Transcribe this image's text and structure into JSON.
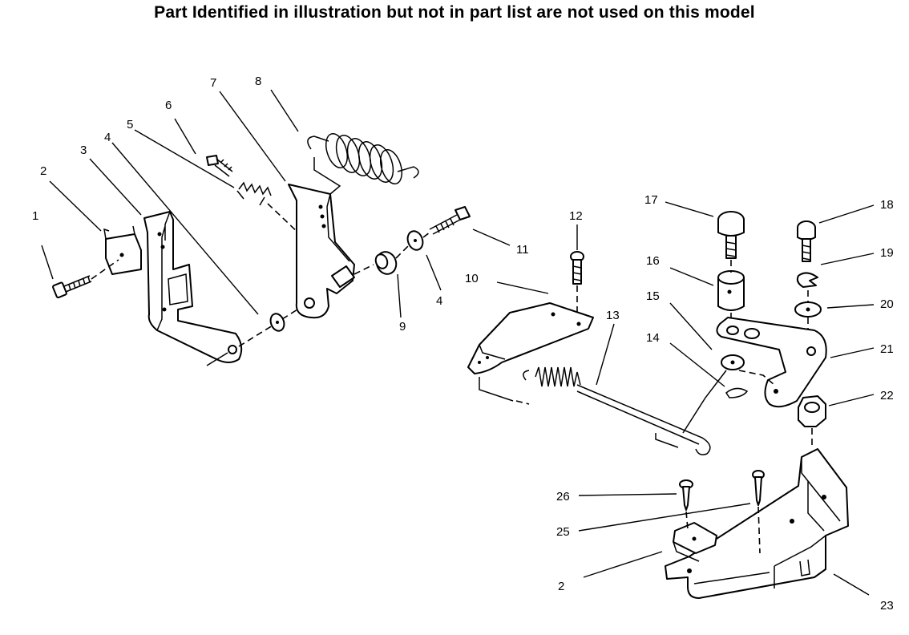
{
  "header": {
    "note": "Part Identified in illustration but not in part list are not used on this model"
  },
  "callouts": [
    {
      "id": "c1",
      "text": "1"
    },
    {
      "id": "c2a",
      "text": "2"
    },
    {
      "id": "c3",
      "text": "3"
    },
    {
      "id": "c4a",
      "text": "4"
    },
    {
      "id": "c5",
      "text": "5"
    },
    {
      "id": "c6",
      "text": "6"
    },
    {
      "id": "c7",
      "text": "7"
    },
    {
      "id": "c8",
      "text": "8"
    },
    {
      "id": "c9",
      "text": "9"
    },
    {
      "id": "c4b",
      "text": "4"
    },
    {
      "id": "c11",
      "text": "11"
    },
    {
      "id": "c12",
      "text": "12"
    },
    {
      "id": "c10",
      "text": "10"
    },
    {
      "id": "c13",
      "text": "13"
    },
    {
      "id": "c17",
      "text": "17"
    },
    {
      "id": "c18",
      "text": "18"
    },
    {
      "id": "c16",
      "text": "16"
    },
    {
      "id": "c19",
      "text": "19"
    },
    {
      "id": "c15",
      "text": "15"
    },
    {
      "id": "c20",
      "text": "20"
    },
    {
      "id": "c14",
      "text": "14"
    },
    {
      "id": "c21",
      "text": "21"
    },
    {
      "id": "c22",
      "text": "22"
    },
    {
      "id": "c26",
      "text": "26"
    },
    {
      "id": "c25",
      "text": "25"
    },
    {
      "id": "c2b",
      "text": "2"
    },
    {
      "id": "c23",
      "text": "23"
    }
  ]
}
